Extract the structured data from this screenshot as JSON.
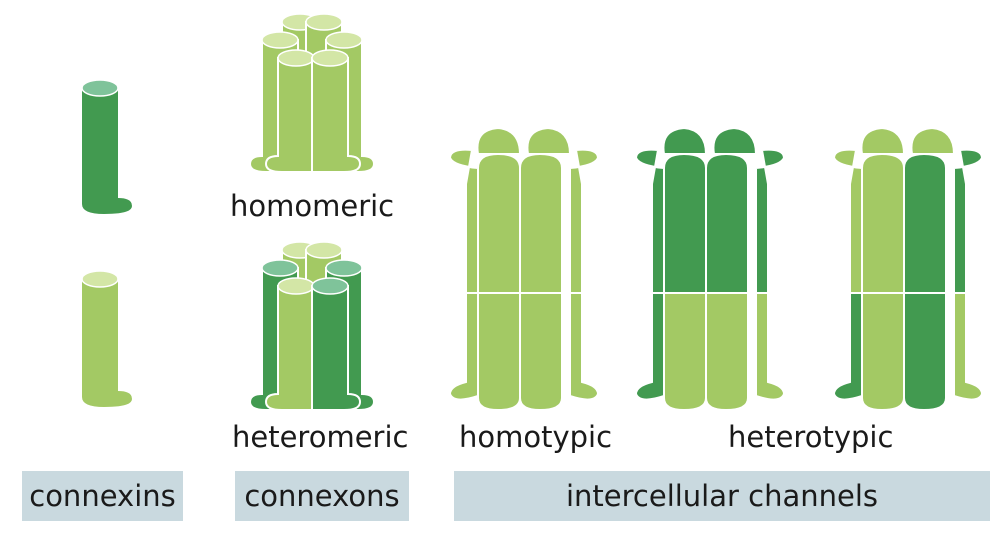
{
  "labels": {
    "homomeric": "homomeric",
    "heteromeric": "heteromeric",
    "homotypic": "homotypic",
    "heterotypic": "heterotypic"
  },
  "categories": {
    "connexins": "connexins",
    "connexons": "connexons",
    "channels": "intercellular channels"
  },
  "colors": {
    "light": "#a3c964",
    "light_top": "#d3e6a6",
    "dark": "#429a50",
    "dark_top": "#7fc39a",
    "bar": "#c9d9df"
  }
}
